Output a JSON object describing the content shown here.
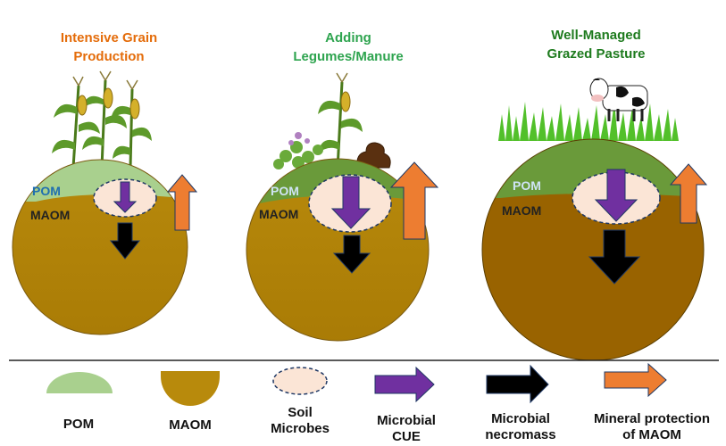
{
  "colors": {
    "pom": "#7eaa4f",
    "pom_light": "#a9d08e",
    "maom": "#b88a0c",
    "maom_dark": "#996300",
    "microbes_fill": "#fbe5d6",
    "cue_arrow": "#7030a0",
    "necromass_arrow": "#000000",
    "mineral_arrow": "#ed7d31",
    "title_orange": "#e46c0a",
    "title_green": "#2ea44f",
    "title_dark_green": "#1e7b1e"
  },
  "scenarios": [
    {
      "title": "Intensive Grain\nProduction",
      "pom_label": "POM",
      "maom_label": "MAOM",
      "icon": "corn-plants"
    },
    {
      "title": "Adding\nLegumes/Manure",
      "pom_label": "POM",
      "maom_label": "MAOM",
      "icon": "legume-corn-manure"
    },
    {
      "title": "Well-Managed\nGrazed Pasture",
      "pom_label": "POM",
      "maom_label": "MAOM",
      "icon": "cow-grass"
    }
  ],
  "legend": [
    {
      "label": "POM",
      "icon": "pom-semicircle"
    },
    {
      "label": "MAOM",
      "icon": "maom-semicircle"
    },
    {
      "label": "Soil\nMicrobes",
      "icon": "dashed-ellipse"
    },
    {
      "label": "Microbial\nCUE",
      "icon": "purple-arrow"
    },
    {
      "label": "Microbial\nnecromass",
      "icon": "black-arrow"
    },
    {
      "label": "Mineral protection\nof MAOM",
      "icon": "orange-arrow"
    }
  ]
}
